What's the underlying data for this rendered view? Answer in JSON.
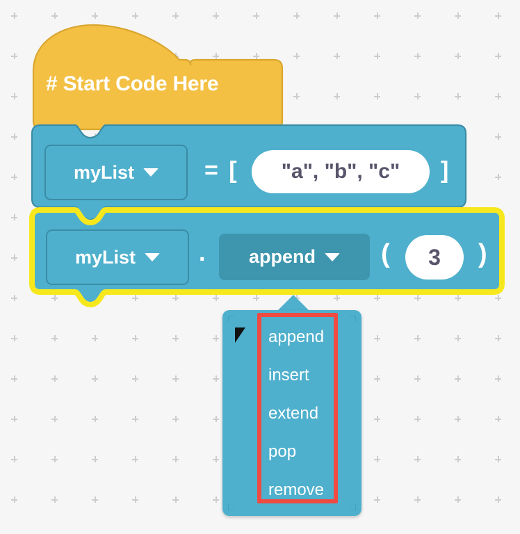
{
  "workspace": {
    "background_color": "#f6f6f6",
    "grid_dot_color": "#cdcdcd",
    "grid_spacing": 58
  },
  "palette": {
    "hat_block_color": "#f3c044",
    "hat_block_stroke": "#d9a62f",
    "list_block_color": "#4fb0cd",
    "list_block_stroke": "#3b8ca6",
    "method_field_color": "#3d95ae",
    "selection_highlight": "#f7e81e",
    "annotation_color": "#ef4b42",
    "field_text_color": "#57546b",
    "block_text_color": "#ffffff"
  },
  "blocks": [
    {
      "id": "start-comment",
      "type": "hat",
      "label": "# Start Code Here",
      "selected": false
    },
    {
      "id": "list-assign",
      "type": "statement",
      "selected": false,
      "variable_field": "myList",
      "operator": "= [",
      "value_field": "\"a\", \"b\", \"c\"",
      "closer": "]"
    },
    {
      "id": "list-method-call",
      "type": "statement",
      "selected": true,
      "variable_field": "myList",
      "dot": ".",
      "method_field": "append",
      "open_paren": "(",
      "argument_field": "3",
      "close_paren": ")"
    }
  ],
  "dropdown": {
    "open": true,
    "owner": "list-method-call.method_field",
    "selected_value": "append",
    "check_marker": "check-marker",
    "items": [
      {
        "label": "append",
        "selected": true
      },
      {
        "label": "insert",
        "selected": false
      },
      {
        "label": "extend",
        "selected": false
      },
      {
        "label": "pop",
        "selected": false
      },
      {
        "label": "remove",
        "selected": false
      }
    ]
  },
  "annotation": {
    "shape": "rectangle",
    "color": "#ef4b42",
    "target": "dropdown-items"
  }
}
